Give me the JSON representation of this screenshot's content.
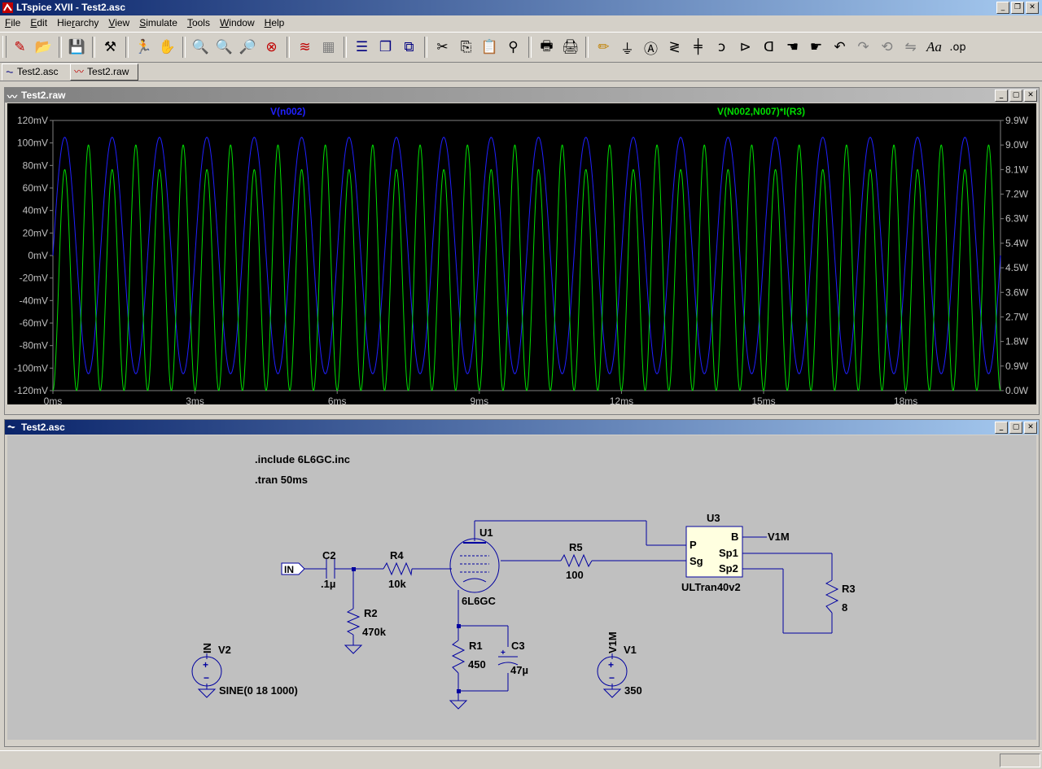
{
  "window": {
    "title": "LTspice XVII - Test2.asc"
  },
  "menu": [
    {
      "ul": "F",
      "rest": "ile"
    },
    {
      "ul": "E",
      "rest": "dit"
    },
    {
      "pre": "Hie",
      "ul": "r",
      "rest": "archy"
    },
    {
      "ul": "V",
      "rest": "iew"
    },
    {
      "ul": "S",
      "rest": "imulate"
    },
    {
      "ul": "T",
      "rest": "ools"
    },
    {
      "ul": "W",
      "rest": "indow"
    },
    {
      "ul": "H",
      "rest": "elp"
    }
  ],
  "tabs": [
    {
      "label": "Test2.asc",
      "icon": "schematic-icon"
    },
    {
      "label": "Test2.raw",
      "icon": "waveform-icon"
    }
  ],
  "waveform_window": {
    "title": "Test2.raw",
    "traces": [
      {
        "label": "V(n002)",
        "color": "#2020ff"
      },
      {
        "label": "V(N002,N007)*I(R3)",
        "color": "#00dd00"
      }
    ],
    "left_ticks": [
      "120mV",
      "100mV",
      "80mV",
      "60mV",
      "40mV",
      "20mV",
      "0mV",
      "-20mV",
      "-40mV",
      "-60mV",
      "-80mV",
      "-100mV",
      "-120mV"
    ],
    "right_ticks": [
      "9.9W",
      "9.0W",
      "8.1W",
      "7.2W",
      "6.3W",
      "5.4W",
      "4.5W",
      "3.6W",
      "2.7W",
      "1.8W",
      "0.9W",
      "0.0W"
    ],
    "x_ticks": [
      "0ms",
      "3ms",
      "6ms",
      "9ms",
      "12ms",
      "15ms",
      "18ms"
    ]
  },
  "chart_data": {
    "type": "line",
    "x_range_ms": [
      0,
      20
    ],
    "y_left_range_mV": [
      -120,
      120
    ],
    "y_right_range_W": [
      0,
      9.9
    ],
    "series": [
      {
        "name": "V(n002)",
        "frequency_hz": 1000,
        "amplitude_mV": 105,
        "offset_mV": 0,
        "axis": "left",
        "color": "#2020ff"
      },
      {
        "name": "V(N002,N007)*I(R3)",
        "frequency_hz": 2000,
        "min_W": 0,
        "max_W": 9.0,
        "secondary_peak_W": 8.1,
        "axis": "right",
        "color": "#00dd00"
      }
    ],
    "grid": false
  },
  "schematic_window": {
    "title": "Test2.asc",
    "directives": [
      ".include 6L6GC.inc",
      ".tran 50ms"
    ],
    "labels": {
      "in_port": "IN",
      "c2": "C2",
      "c2_val": ".1µ",
      "r4": "R4",
      "r4_val": "10k",
      "r2": "R2",
      "r2_val": "470k",
      "u1": "U1",
      "u1_model": "6L6GC",
      "r5": "R5",
      "r5_val": "100",
      "u3": "U3",
      "u3_model": "ULTran40v2",
      "u3_p": "P",
      "u3_sg": "Sg",
      "u3_b": "B",
      "u3_sp1": "Sp1",
      "u3_sp2": "Sp2",
      "v1m_net": "V1M",
      "r3": "R3",
      "r3_val": "8",
      "r1": "R1",
      "r1_val": "450",
      "c3": "C3",
      "c3_val": "47µ",
      "v2": "V2",
      "v2_net": "IN",
      "v2_val": "SINE(0 18 1000)",
      "v1": "V1",
      "v1_net": "V1M",
      "v1_val": "350"
    }
  },
  "colors": {
    "titlebar_start": "#0a246a",
    "titlebar_end": "#a6caf0",
    "schematic_bg": "#c0c0c0",
    "wire": "#0000a0",
    "plot_bg": "#000000"
  }
}
